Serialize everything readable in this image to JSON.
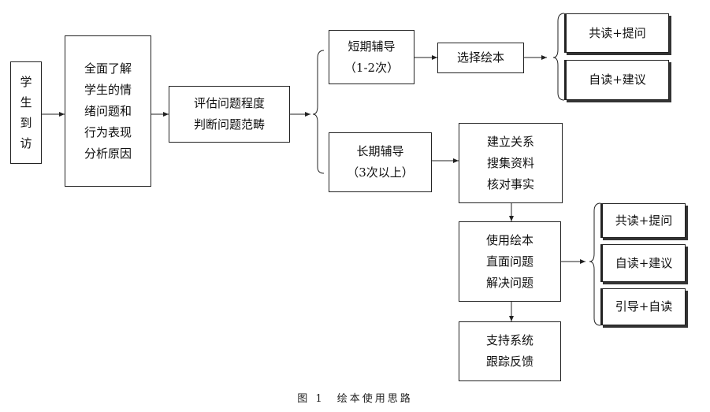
{
  "nodes": {
    "arrival": [
      "学",
      "生",
      "到",
      "访"
    ],
    "understand": [
      "全面了解",
      "学生的情",
      "绪问题和",
      "行为表现",
      "分析原因"
    ],
    "assess": [
      "评估问题程度",
      "判断问题范畴"
    ],
    "short_term": [
      "短期辅导",
      "（1-2次）"
    ],
    "choose_book": [
      "选择绘本"
    ],
    "short_option_1": [
      "共读+提问"
    ],
    "short_option_2": [
      "自读+建议"
    ],
    "long_term": [
      "长期辅导",
      "（3次以上）"
    ],
    "build_relation": [
      "建立关系",
      "搜集资料",
      "核对事实"
    ],
    "use_book": [
      "使用绘本",
      "直面问题",
      "解决问题"
    ],
    "long_option_1": [
      "共读+提问"
    ],
    "long_option_2": [
      "自读+建议"
    ],
    "long_option_3": [
      "引导+自读"
    ],
    "support": [
      "支持系统",
      "跟踪反馈"
    ]
  },
  "caption": "图 1　绘本使用思路"
}
